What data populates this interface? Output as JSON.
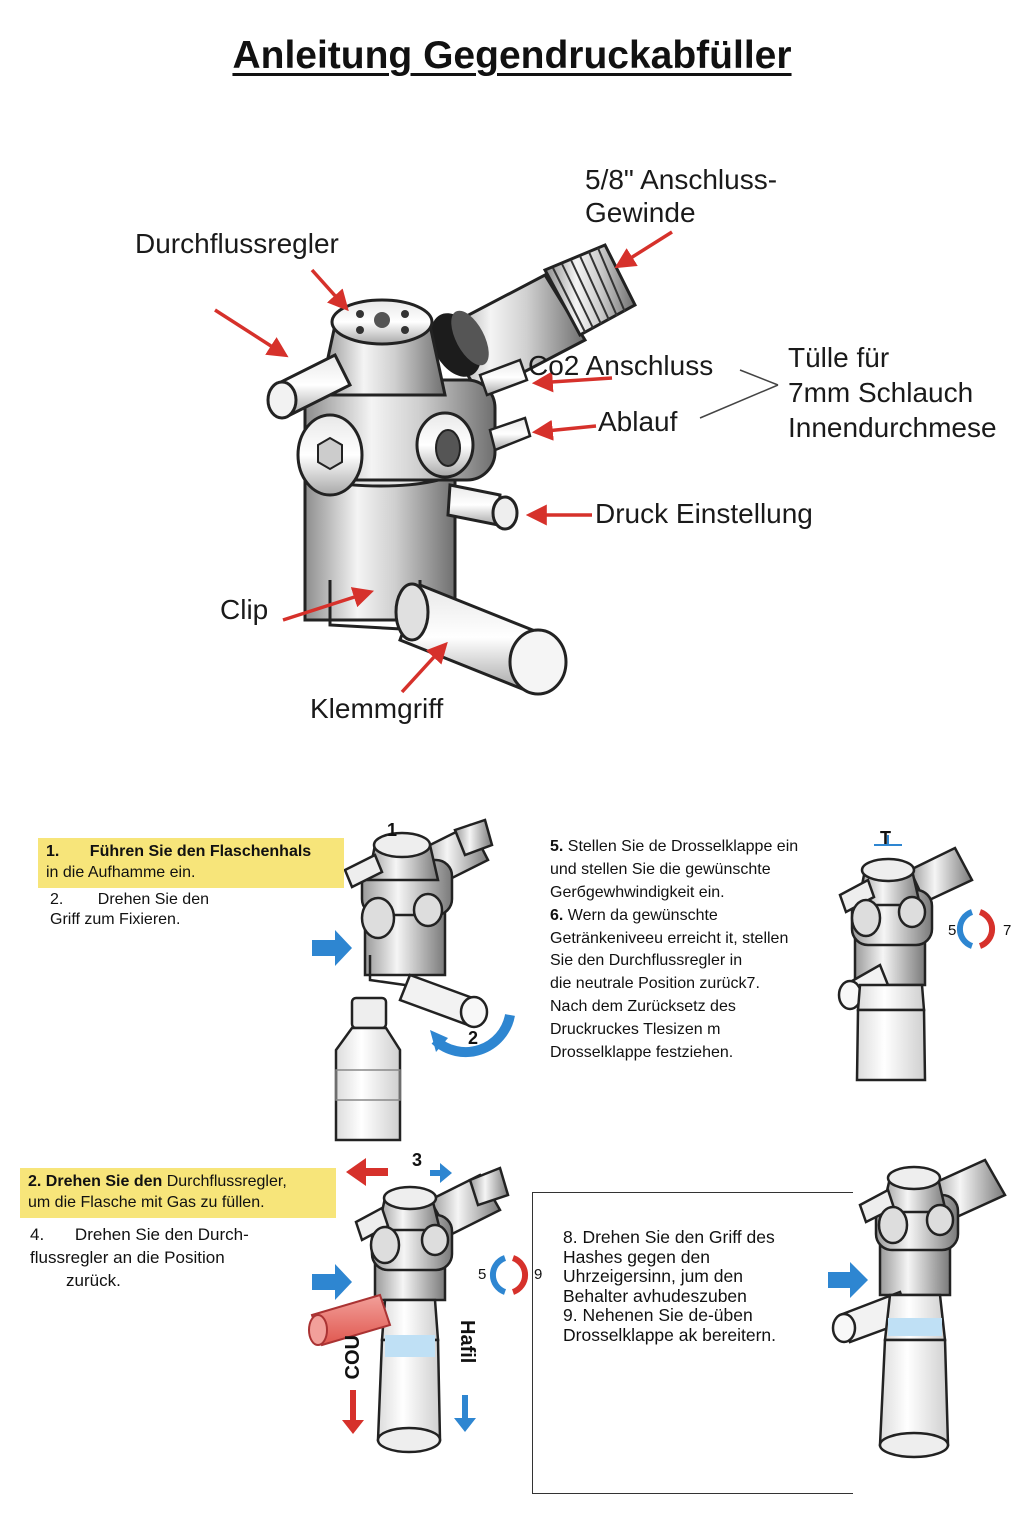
{
  "title": "Anleitung Gegendruckabfüller",
  "labels": {
    "gewinde": [
      "5/8\" Anschluss-",
      "Gewinde"
    ],
    "durchflussregler": "Durchflussregler",
    "co2": "Co2 Anschluss",
    "tuelle": [
      "Tülle für",
      "7mm Schlauch",
      "Innendurchmese"
    ],
    "ablauf": "Ablauf",
    "druck": "Druck Einstellung",
    "clip": "Clip",
    "klemmgriff": "Klemmgriff"
  },
  "steps": {
    "s1": {
      "highlight_num": "1.",
      "highlight_text": "Führen Sie den Flaschenhals",
      "continuation": "in die Aufhamme ein.",
      "item2_num": "2.",
      "item2_text": "Drehen Sie den",
      "item2_line2": "Griff zum Fixieren.",
      "figure_num_top": "1",
      "figure_num_rotate": "2"
    },
    "s2": {
      "highlight_bold": "2.  Drehen Sie den",
      "highlight_rest": " Durchflussregler,",
      "highlight_line2": "um die Flasche mit Gas zu füllen.",
      "item4_num": "4.",
      "item4_text": "Drehen Sie den Durch-",
      "item4_line2": "flussregler an die Position",
      "item4_line3": "zurück.",
      "figure_num_top": "3",
      "rot_left": "5",
      "rot_right": "9",
      "vert_left": "COU",
      "vert_right": "Hafil"
    },
    "s3": {
      "lines": [
        {
          "bold": "5.",
          "text": " Stellen Sie de Drosselklappe ein"
        },
        {
          "bold": "",
          "text": "und stellen Sie die gewünschte"
        },
        {
          "bold": "",
          "text": "Gerбgewhwindigkeit ein."
        },
        {
          "bold": "6.",
          "text": " Wern da gewünschte"
        },
        {
          "bold": "",
          "text": "Getränkeniveeu erreicht it, stellen"
        },
        {
          "bold": "",
          "text": "Sie den Durchflussregler in"
        },
        {
          "bold": "",
          "text": "die neutrale Position zurück7."
        },
        {
          "bold": "",
          "text": "Nach dem Zurücksetz des"
        },
        {
          "bold": "",
          "text": "Druckruckes Tlesizen m"
        },
        {
          "bold": "",
          "text": "Drosselklappe festziehen."
        }
      ],
      "figure_top": "T",
      "rot_left": "5",
      "rot_right": "7"
    },
    "s4": {
      "lines": [
        "8. Drehen Sie den Griff des",
        "Hashes gegen den",
        "Uhrzeigersinn, jum den",
        "Behalter avhudeszuben",
        "9. Nehenen Sie de-üben",
        "Drosselklappe ak bereitern."
      ]
    }
  },
  "colors": {
    "highlight": "#f7e57a",
    "arrow_red": "#d6312b",
    "arrow_blue": "#2e86d1",
    "text": "#111111"
  },
  "icons": [
    "filler-device-illustration",
    "bottle-icon",
    "arrow-icon",
    "rotate-icon"
  ]
}
